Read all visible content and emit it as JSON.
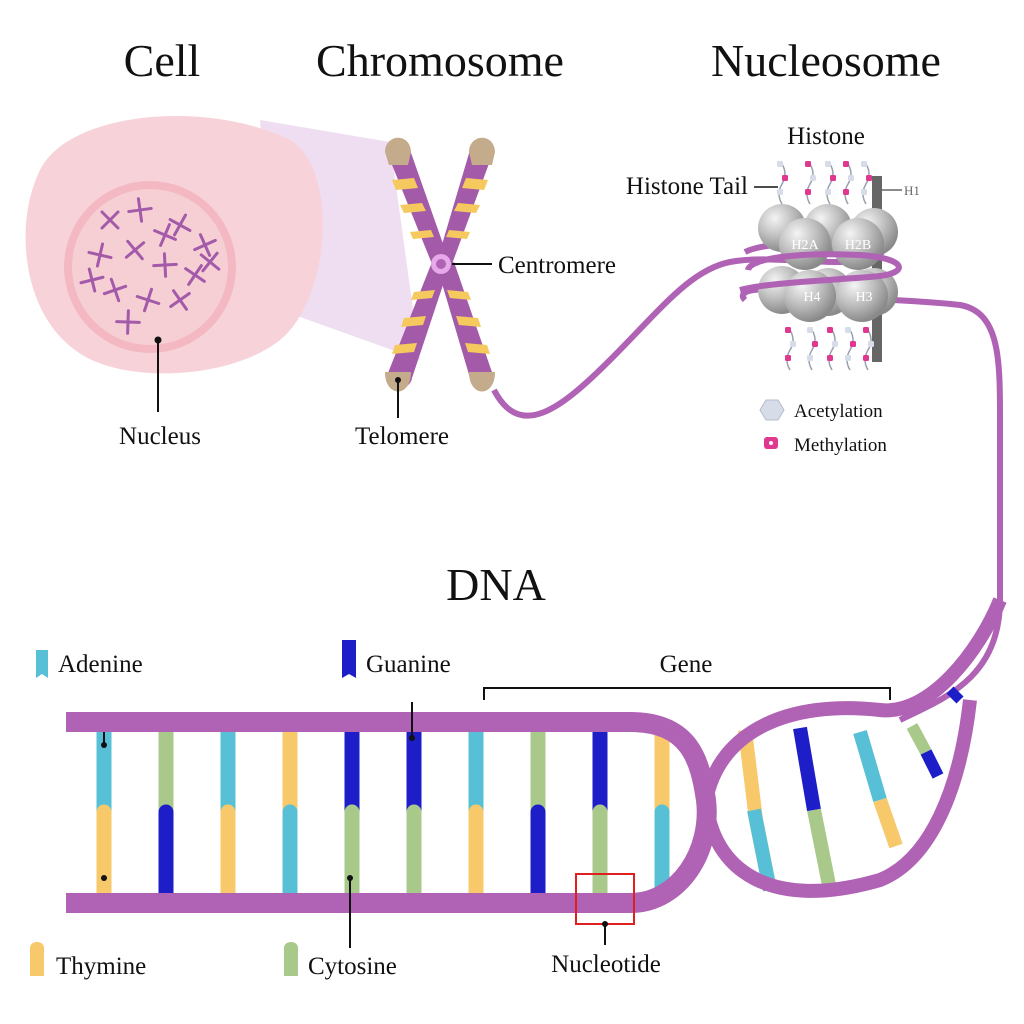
{
  "titles": {
    "cell": "Cell",
    "chromosome": "Chromosome",
    "nucleosome": "Nucleosome",
    "dna": "DNA"
  },
  "labels": {
    "nucleus": "Nucleus",
    "telomere": "Telomere",
    "centromere": "Centromere",
    "histone": "Histone",
    "histone_tail": "Histone Tail",
    "h1": "H1",
    "h2a": "H2A",
    "h2b": "H2B",
    "h3": "H3",
    "h4": "H4",
    "acetylation": "Acetylation",
    "methylation": "Methylation",
    "gene": "Gene",
    "nucleotide": "Nucleotide"
  },
  "bases": {
    "adenine": "Adenine",
    "guanine": "Guanine",
    "thymine": "Thymine",
    "cytosine": "Cytosine"
  },
  "colors": {
    "strand": "#b062b4",
    "adenine": "#58c0d6",
    "guanine": "#1e1ec8",
    "thymine": "#f7c96a",
    "cytosine": "#a9c98a",
    "chromosome": "#a35aa9",
    "chromosome_band": "#f5c95e",
    "telomere": "#c4ab8c",
    "cell": "#f6cdd4",
    "nucleus": "#f0a8b4",
    "methylation": "#e0388f",
    "histone": "#b8b8b8",
    "nucleotide_box": "#e02020"
  },
  "dna_rungs": [
    {
      "top": "adenine",
      "bottom": "thymine"
    },
    {
      "top": "cytosine",
      "bottom": "guanine"
    },
    {
      "top": "adenine",
      "bottom": "thymine"
    },
    {
      "top": "thymine",
      "bottom": "adenine"
    },
    {
      "top": "guanine",
      "bottom": "cytosine"
    },
    {
      "top": "guanine",
      "bottom": "cytosine"
    },
    {
      "top": "adenine",
      "bottom": "thymine"
    },
    {
      "top": "cytosine",
      "bottom": "guanine"
    },
    {
      "top": "guanine",
      "bottom": "cytosine"
    },
    {
      "top": "thymine",
      "bottom": "adenine"
    }
  ]
}
